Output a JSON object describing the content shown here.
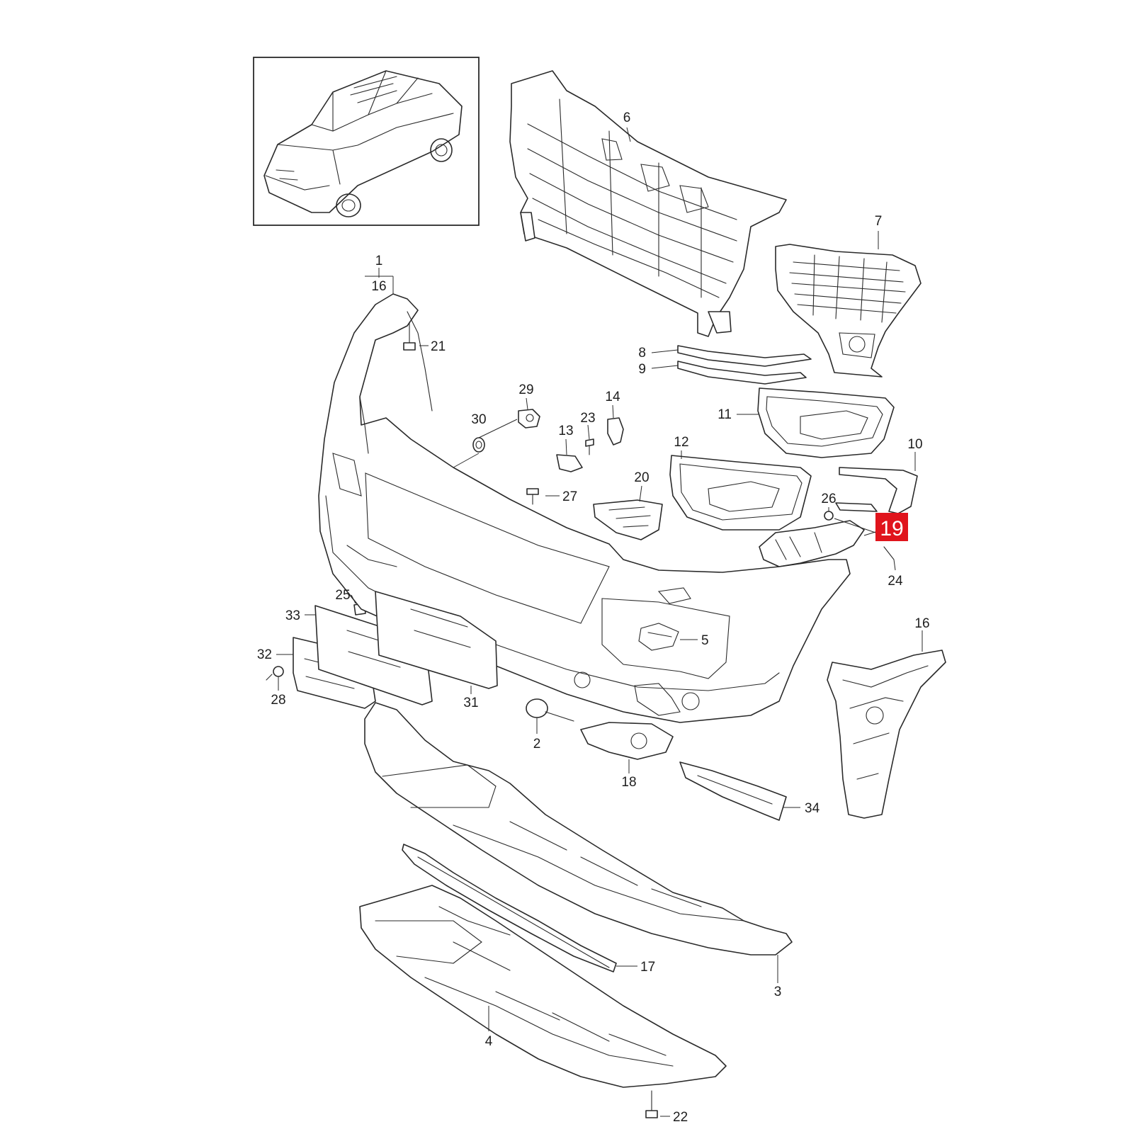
{
  "diagram": {
    "highlight_color": "#e0141c",
    "highlighted_callout": "19",
    "callouts": {
      "c1": "1",
      "c16a": "16",
      "c21": "21",
      "c6": "6",
      "c7": "7",
      "c8": "8",
      "c9": "9",
      "c29": "29",
      "c30": "30",
      "c14": "14",
      "c23": "23",
      "c13": "13",
      "c11": "11",
      "c12": "12",
      "c10": "10",
      "c27": "27",
      "c20": "20",
      "c26": "26",
      "c19": "19",
      "c24": "24",
      "c25": "25",
      "c33": "33",
      "c32": "32",
      "c28": "28",
      "c31": "31",
      "c5": "5",
      "c16b": "16",
      "c2": "2",
      "c18": "18",
      "c34": "34",
      "c17": "17",
      "c3": "3",
      "c4": "4",
      "c22": "22"
    }
  }
}
